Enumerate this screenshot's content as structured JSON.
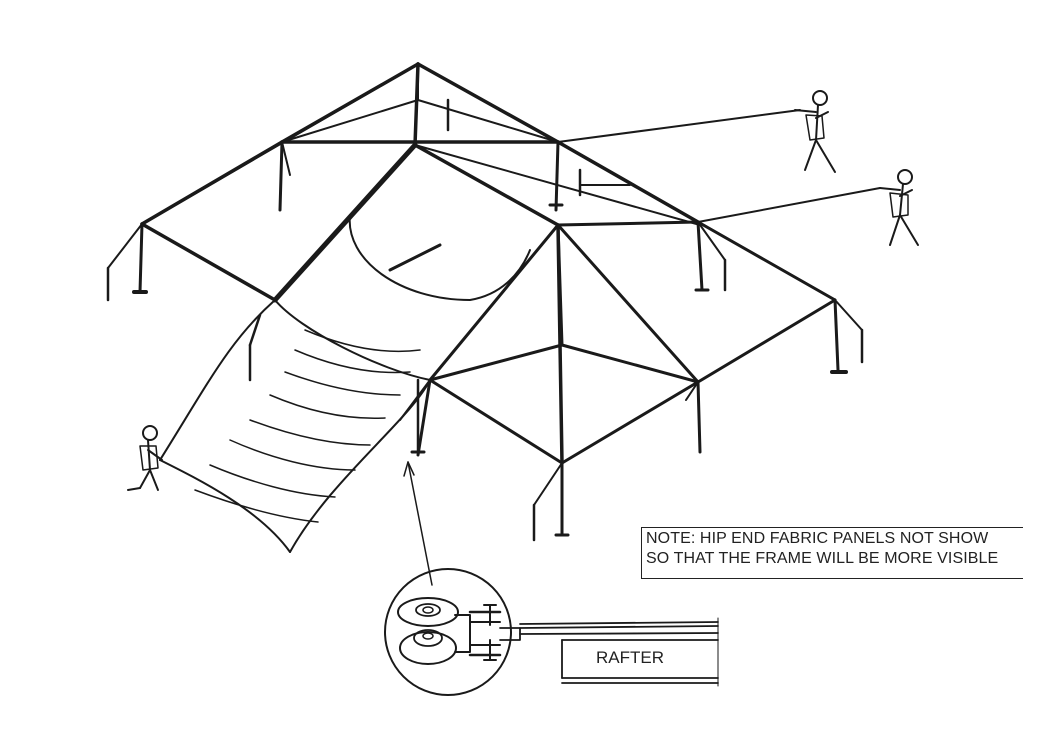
{
  "note": {
    "line1": "NOTE:   HIP END FABRIC PANELS NOT SHOW",
    "line2": "SO THAT THE FRAME WILL BE MORE VISIBLE"
  },
  "callout": {
    "label": "RAFTER"
  }
}
